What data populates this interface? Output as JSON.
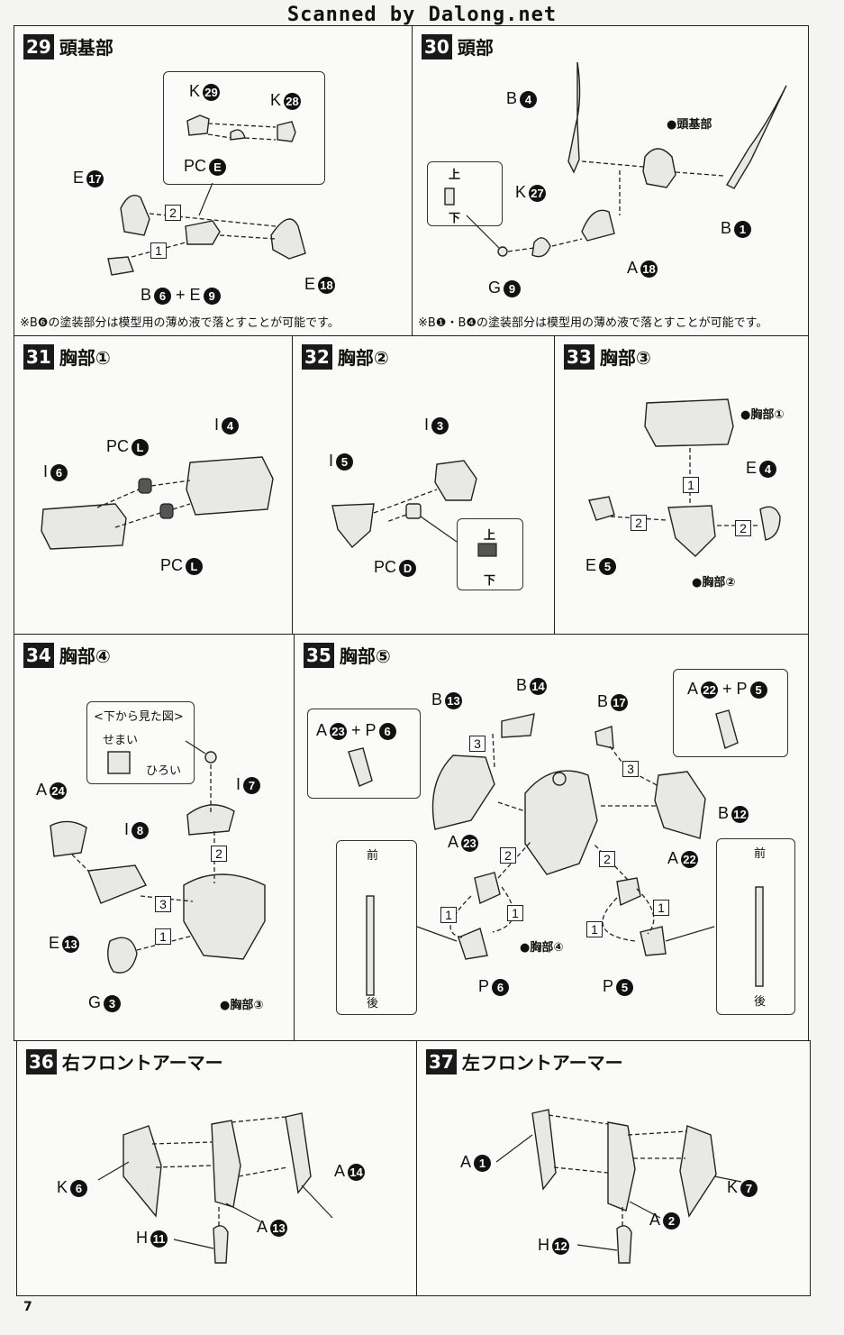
{
  "header": "Scanned by Dalong.net",
  "page_number": "7",
  "steps": {
    "s29": {
      "num": "29",
      "title": "頭基部",
      "note": "※B❻の塗装部分は模型用の薄め液で落とすことが可能です。",
      "labels": {
        "k29": "K",
        "k29n": "29",
        "k28": "K",
        "k28n": "28",
        "pce": "PC",
        "pcen": "E",
        "e17": "E",
        "e17n": "17",
        "b6": "B",
        "b6n": "6",
        "plus": "+ E",
        "e9n": "9",
        "e18": "E",
        "e18n": "18",
        "step1": "1",
        "step2": "2"
      }
    },
    "s30": {
      "num": "30",
      "title": "頭部",
      "note": "※B❶・B❹の塗装部分は模型用の薄め液で落とすことが可能です。",
      "labels": {
        "b4": "B",
        "b4n": "4",
        "head_base": "●頭基部",
        "k27": "K",
        "k27n": "27",
        "b1": "B",
        "b1n": "1",
        "a18": "A",
        "a18n": "18",
        "g9": "G",
        "g9n": "9",
        "up": "上",
        "down": "下"
      }
    },
    "s31": {
      "num": "31",
      "title": "胸部①",
      "labels": {
        "i4": "I",
        "i4n": "4",
        "pcl1": "PC",
        "pcl1n": "L",
        "i6": "I",
        "i6n": "6",
        "pcl2": "PC",
        "pcl2n": "L"
      }
    },
    "s32": {
      "num": "32",
      "title": "胸部②",
      "labels": {
        "i3": "I",
        "i3n": "3",
        "i5": "I",
        "i5n": "5",
        "pcd": "PC",
        "pcdn": "D",
        "up": "上",
        "down": "下"
      }
    },
    "s33": {
      "num": "33",
      "title": "胸部③",
      "labels": {
        "chest1": "●胸部①",
        "e4": "E",
        "e4n": "4",
        "e5": "E",
        "e5n": "5",
        "chest2": "●胸部②",
        "step1": "1",
        "step2a": "2",
        "step2b": "2"
      }
    },
    "s34": {
      "num": "34",
      "title": "胸部④",
      "labels": {
        "view": "<下から見た図>",
        "narrow": "せまい",
        "wide": "ひろい",
        "i7": "I",
        "i7n": "7",
        "a24": "A",
        "a24n": "24",
        "i8": "I",
        "i8n": "8",
        "e13": "E",
        "e13n": "13",
        "g3": "G",
        "g3n": "3",
        "chest3": "●胸部③",
        "step1": "1",
        "step2": "2",
        "step3": "3"
      }
    },
    "s35": {
      "num": "35",
      "title": "胸部⑤",
      "labels": {
        "b14": "B",
        "b14n": "14",
        "b13": "B",
        "b13n": "13",
        "b17": "B",
        "b17n": "17",
        "a22p5": "A",
        "a22n": "22",
        "p5plus": "+ P",
        "p5n": "5",
        "a23p6": "A",
        "a23n": "23",
        "p6plus": "+ P",
        "p6n": "6",
        "b12": "B",
        "b12n": "12",
        "a23b": "A",
        "a23bn": "23",
        "a22b": "A",
        "a22bn": "22",
        "chest4": "●胸部④",
        "p6": "P",
        "p6bn": "6",
        "p5": "P",
        "p5bn": "5",
        "front1": "前",
        "back1": "後",
        "front2": "前",
        "back2": "後",
        "s1": "1",
        "s2": "2",
        "s3": "3"
      }
    },
    "s36": {
      "num": "36",
      "title": "右フロントアーマー",
      "labels": {
        "k6": "K",
        "k6n": "6",
        "a14": "A",
        "a14n": "14",
        "a13": "A",
        "a13n": "13",
        "h11": "H",
        "h11n": "11"
      }
    },
    "s37": {
      "num": "37",
      "title": "左フロントアーマー",
      "labels": {
        "a1": "A",
        "a1n": "1",
        "k7": "K",
        "k7n": "7",
        "a2": "A",
        "a2n": "2",
        "h12": "H",
        "h12n": "12"
      }
    }
  }
}
